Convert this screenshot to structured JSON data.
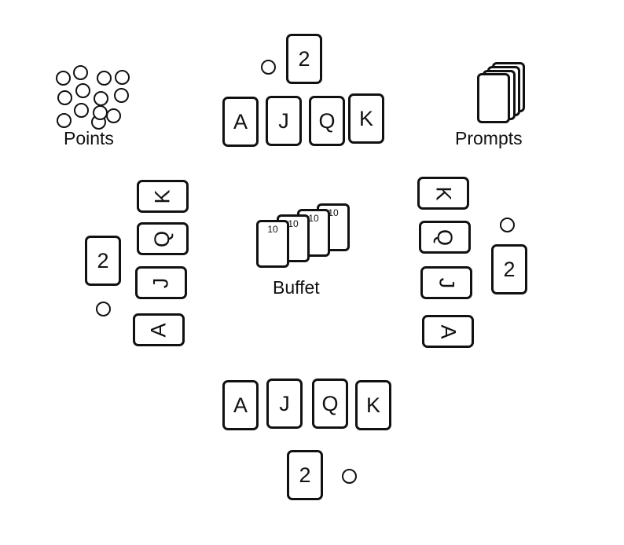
{
  "points": {
    "label": "Points",
    "token_count": 13
  },
  "prompts": {
    "label": "Prompts"
  },
  "buffet": {
    "label": "Buffet",
    "cards": [
      "10",
      "10",
      "10",
      "10"
    ]
  },
  "players": {
    "top": {
      "cards": [
        "A",
        "J",
        "Q",
        "K"
      ],
      "special": "2"
    },
    "bottom": {
      "cards": [
        "A",
        "J",
        "Q",
        "K"
      ],
      "special": "2"
    },
    "left": {
      "cards": [
        "K",
        "Q",
        "J",
        "A"
      ],
      "special": "2"
    },
    "right": {
      "cards": [
        "K",
        "Q",
        "J",
        "A"
      ],
      "special": "2"
    }
  }
}
